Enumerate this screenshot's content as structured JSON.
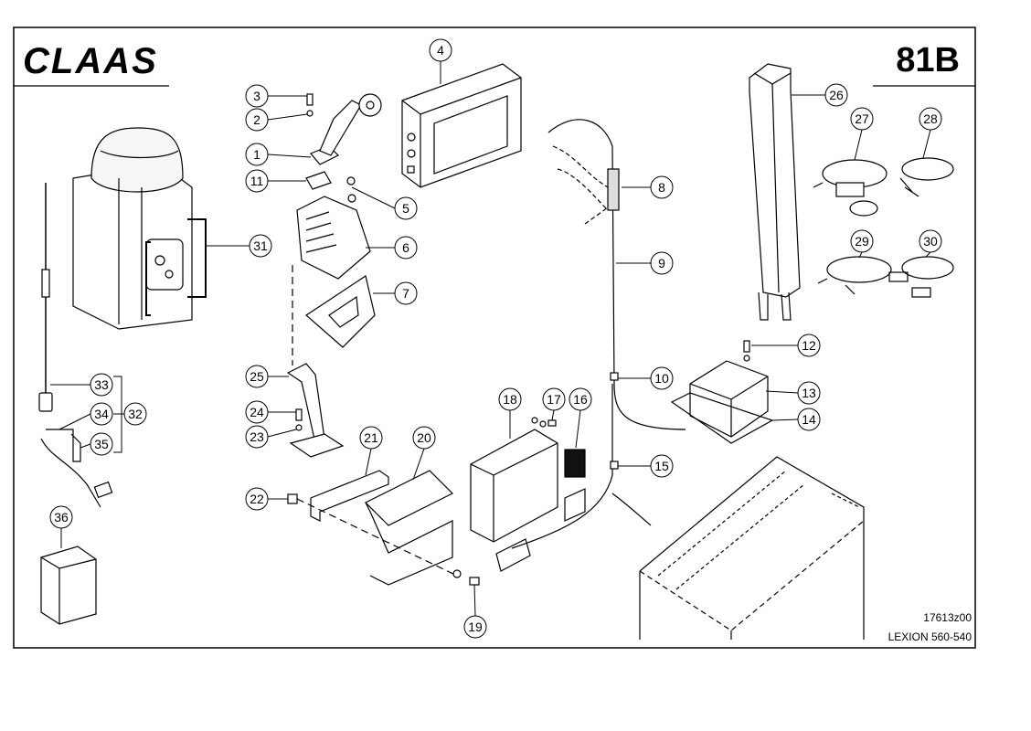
{
  "header": {
    "brand_logo": "CLAAS",
    "page_number": "81B"
  },
  "footer": {
    "drawing_id": "17613z00",
    "model": "LEXION 560-540"
  },
  "callouts": [
    "1",
    "2",
    "3",
    "4",
    "5",
    "6",
    "7",
    "8",
    "9",
    "10",
    "11",
    "12",
    "13",
    "14",
    "15",
    "16",
    "17",
    "18",
    "19",
    "20",
    "21",
    "22",
    "23",
    "24",
    "25",
    "26",
    "27",
    "28",
    "29",
    "30",
    "31",
    "32",
    "33",
    "34",
    "35",
    "36"
  ]
}
